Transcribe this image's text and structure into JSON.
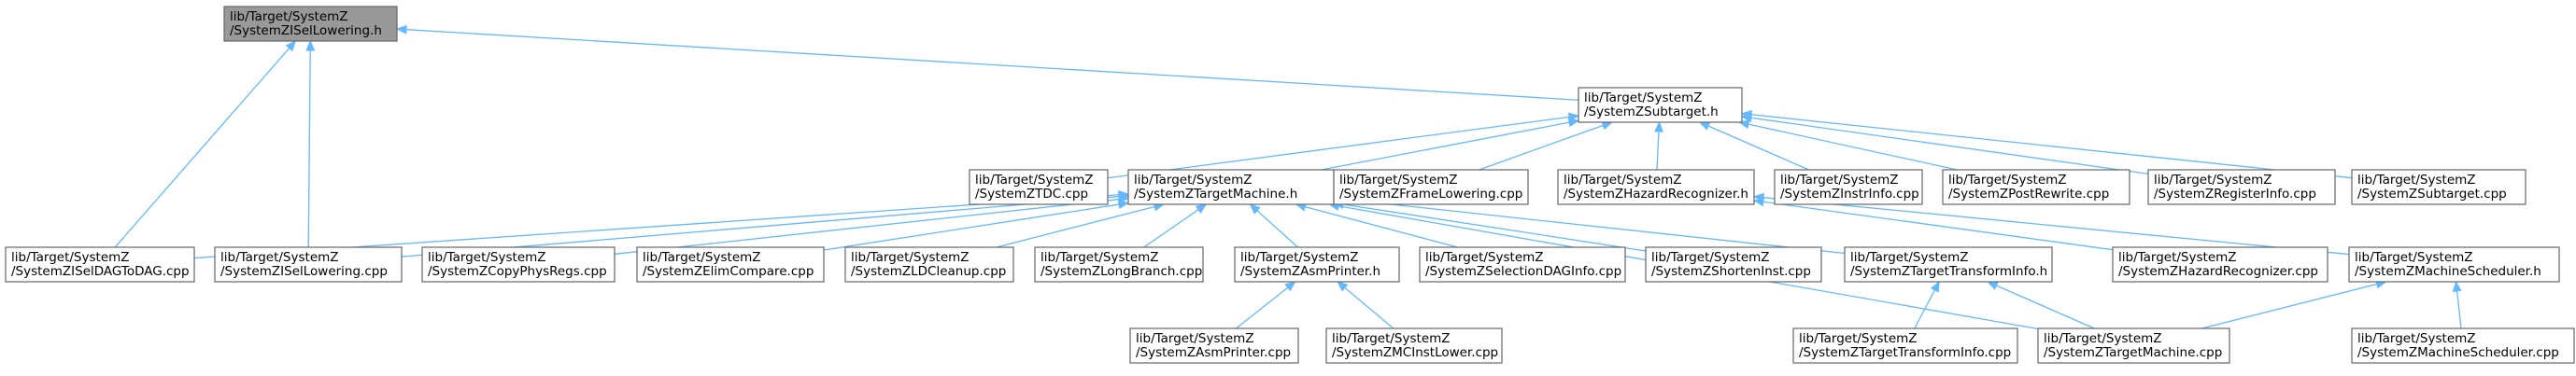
{
  "colors": {
    "edge": "#63b8ff",
    "node_fill": "#ffffff",
    "node_border": "#666666",
    "highlight_fill": "#999999",
    "highlight_border": "#404040",
    "text": "#000000"
  },
  "nodes": [
    {
      "id": "root",
      "lines": [
        "lib/Target/SystemZ",
        "/SystemZISelLowering.h"
      ],
      "highlight": true
    },
    {
      "id": "subtarget_h",
      "lines": [
        "lib/Target/SystemZ",
        "/SystemZSubtarget.h"
      ]
    },
    {
      "id": "tdc_cpp",
      "lines": [
        "lib/Target/SystemZ",
        "/SystemZTDC.cpp"
      ]
    },
    {
      "id": "targetmachine_h",
      "lines": [
        "lib/Target/SystemZ",
        "/SystemZTargetMachine.h"
      ]
    },
    {
      "id": "framelowering_cpp",
      "lines": [
        "lib/Target/SystemZ",
        "/SystemZFrameLowering.cpp"
      ]
    },
    {
      "id": "hazardrecognizer_h",
      "lines": [
        "lib/Target/SystemZ",
        "/SystemZHazardRecognizer.h"
      ]
    },
    {
      "id": "instrinfo_cpp",
      "lines": [
        "lib/Target/SystemZ",
        "/SystemZInstrInfo.cpp"
      ]
    },
    {
      "id": "postrewrite_cpp",
      "lines": [
        "lib/Target/SystemZ",
        "/SystemZPostRewrite.cpp"
      ]
    },
    {
      "id": "registerinfo_cpp",
      "lines": [
        "lib/Target/SystemZ",
        "/SystemZRegisterInfo.cpp"
      ]
    },
    {
      "id": "subtarget_cpp",
      "lines": [
        "lib/Target/SystemZ",
        "/SystemZSubtarget.cpp"
      ]
    },
    {
      "id": "iseldagtodag_cpp",
      "lines": [
        "lib/Target/SystemZ",
        "/SystemZISelDAGToDAG.cpp"
      ]
    },
    {
      "id": "isellowering_cpp",
      "lines": [
        "lib/Target/SystemZ",
        "/SystemZISelLowering.cpp"
      ]
    },
    {
      "id": "copyphysregs_cpp",
      "lines": [
        "lib/Target/SystemZ",
        "/SystemZCopyPhysRegs.cpp"
      ]
    },
    {
      "id": "elimcompare_cpp",
      "lines": [
        "lib/Target/SystemZ",
        "/SystemZElimCompare.cpp"
      ]
    },
    {
      "id": "ldcleanup_cpp",
      "lines": [
        "lib/Target/SystemZ",
        "/SystemZLDCleanup.cpp"
      ]
    },
    {
      "id": "longbranch_cpp",
      "lines": [
        "lib/Target/SystemZ",
        "/SystemZLongBranch.cpp"
      ]
    },
    {
      "id": "asmprinter_h",
      "lines": [
        "lib/Target/SystemZ",
        "/SystemZAsmPrinter.h"
      ]
    },
    {
      "id": "selectiondaginfo_cpp",
      "lines": [
        "lib/Target/SystemZ",
        "/SystemZSelectionDAGInfo.cpp"
      ]
    },
    {
      "id": "shorteninst_cpp",
      "lines": [
        "lib/Target/SystemZ",
        "/SystemZShortenInst.cpp"
      ]
    },
    {
      "id": "targettransforminfo_h",
      "lines": [
        "lib/Target/SystemZ",
        "/SystemZTargetTransformInfo.h"
      ]
    },
    {
      "id": "hazardrecognizer_cpp",
      "lines": [
        "lib/Target/SystemZ",
        "/SystemZHazardRecognizer.cpp"
      ]
    },
    {
      "id": "machinescheduler_h",
      "lines": [
        "lib/Target/SystemZ",
        "/SystemZMachineScheduler.h"
      ]
    },
    {
      "id": "asmprinter_cpp",
      "lines": [
        "lib/Target/SystemZ",
        "/SystemZAsmPrinter.cpp"
      ]
    },
    {
      "id": "mcinstlower_cpp",
      "lines": [
        "lib/Target/SystemZ",
        "/SystemZMCInstLower.cpp"
      ]
    },
    {
      "id": "targettransforminfo_cpp",
      "lines": [
        "lib/Target/SystemZ",
        "/SystemZTargetTransformInfo.cpp"
      ]
    },
    {
      "id": "targetmachine_cpp",
      "lines": [
        "lib/Target/SystemZ",
        "/SystemZTargetMachine.cpp"
      ]
    },
    {
      "id": "machinescheduler_cpp",
      "lines": [
        "lib/Target/SystemZ",
        "/SystemZMachineScheduler.cpp"
      ]
    }
  ],
  "edges": [
    [
      "iseldagtodag_cpp",
      "root"
    ],
    [
      "isellowering_cpp",
      "root"
    ],
    [
      "subtarget_h",
      "root"
    ],
    [
      "tdc_cpp",
      "subtarget_h"
    ],
    [
      "targetmachine_h",
      "subtarget_h"
    ],
    [
      "framelowering_cpp",
      "subtarget_h"
    ],
    [
      "hazardrecognizer_h",
      "subtarget_h"
    ],
    [
      "instrinfo_cpp",
      "subtarget_h"
    ],
    [
      "postrewrite_cpp",
      "subtarget_h"
    ],
    [
      "registerinfo_cpp",
      "subtarget_h"
    ],
    [
      "subtarget_cpp",
      "subtarget_h"
    ],
    [
      "iseldagtodag_cpp",
      "targetmachine_h"
    ],
    [
      "isellowering_cpp",
      "targetmachine_h"
    ],
    [
      "copyphysregs_cpp",
      "targetmachine_h"
    ],
    [
      "elimcompare_cpp",
      "targetmachine_h"
    ],
    [
      "ldcleanup_cpp",
      "targetmachine_h"
    ],
    [
      "longbranch_cpp",
      "targetmachine_h"
    ],
    [
      "asmprinter_h",
      "targetmachine_h"
    ],
    [
      "selectiondaginfo_cpp",
      "targetmachine_h"
    ],
    [
      "shorteninst_cpp",
      "targetmachine_h"
    ],
    [
      "targettransforminfo_h",
      "targetmachine_h"
    ],
    [
      "targetmachine_cpp",
      "targetmachine_h"
    ],
    [
      "hazardrecognizer_cpp",
      "hazardrecognizer_h"
    ],
    [
      "machinescheduler_h",
      "hazardrecognizer_h"
    ],
    [
      "asmprinter_cpp",
      "asmprinter_h"
    ],
    [
      "mcinstlower_cpp",
      "asmprinter_h"
    ],
    [
      "targettransforminfo_cpp",
      "targettransforminfo_h"
    ],
    [
      "targetmachine_cpp",
      "targettransforminfo_h"
    ],
    [
      "machinescheduler_cpp",
      "machinescheduler_h"
    ],
    [
      "targetmachine_cpp",
      "machinescheduler_h"
    ]
  ]
}
